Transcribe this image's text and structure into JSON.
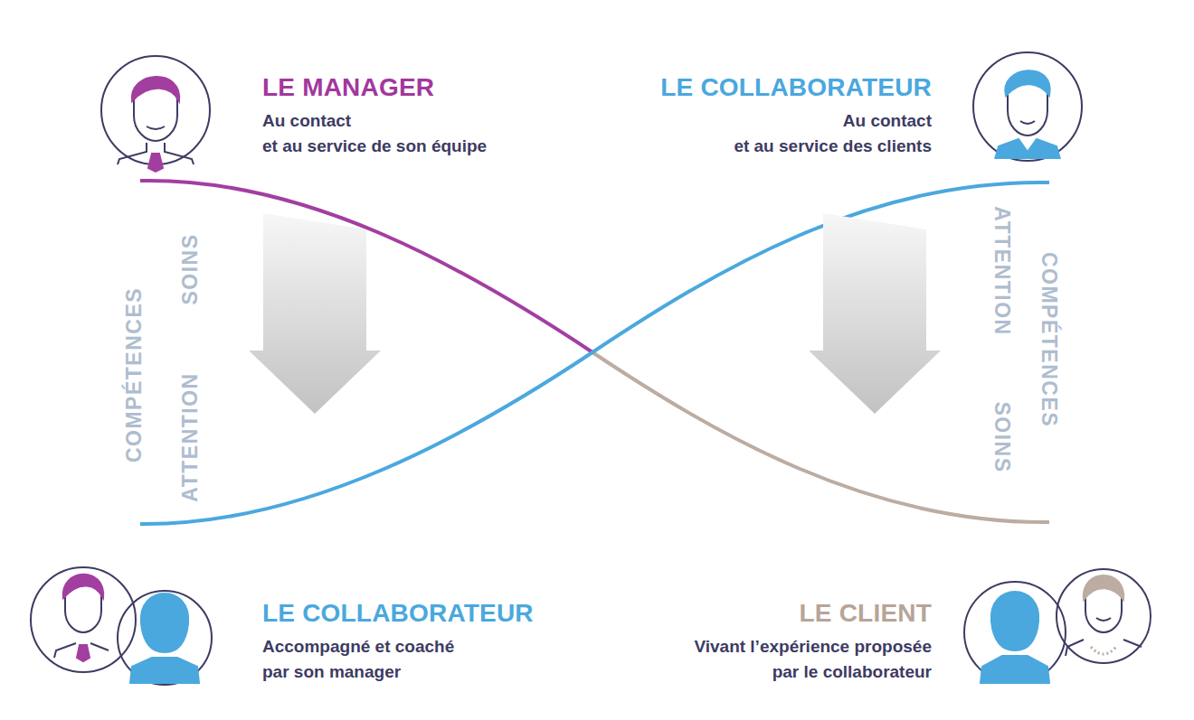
{
  "diagram": {
    "nodes": [
      {
        "text": [
          "LE MANAGER",
          "Au contact et au service de son équipe"
        ]
      },
      {
        "text": [
          "LE COLLABORATEUR",
          "Au contact et au service des clients"
        ]
      },
      {
        "text": [
          "LE COLLABORATEUR",
          "Accompagné et coaché par son manager"
        ]
      },
      {
        "text": [
          "LE CLIENT",
          "Vivant l’expérience proposée par le collaborateur"
        ]
      }
    ],
    "edges": [
      {
        "from": 0,
        "to": 2,
        "arrow": "to"
      },
      {
        "from": 1,
        "to": 3,
        "arrow": "to"
      }
    ],
    "labels": [
      "COMPÉTENCES",
      "SOINS",
      "ATTENTION",
      "ATTENTION",
      "COMPÉTENCES",
      "SOINS"
    ]
  }
}
